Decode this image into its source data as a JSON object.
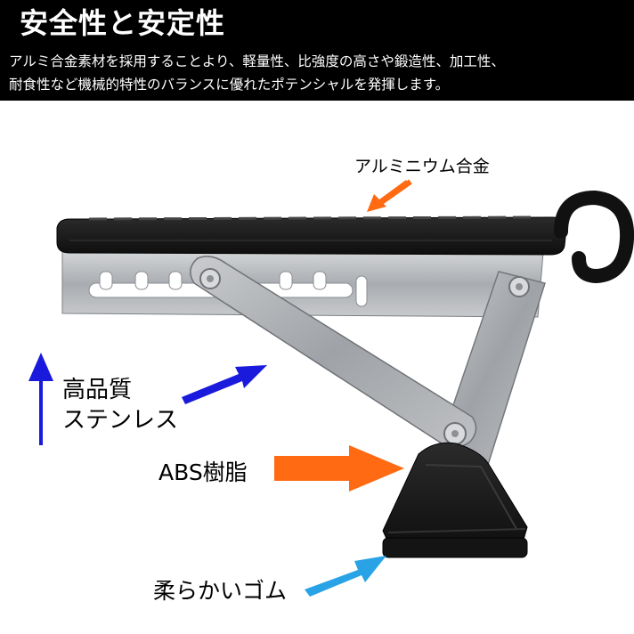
{
  "header": {
    "title": "安全性と安定性",
    "description_line1": "アルミ合金素材を採用することより、軽量性、比強度の高さや鍛造性、加工性、",
    "description_line2": "耐食性など機械的特性のバランスに優れたポテンシャルを発揮します。"
  },
  "labels": {
    "aluminum": "アルミニウム合金",
    "steel_line1": "高品質",
    "steel_line2": "ステンレス",
    "abs": "ABS樹脂",
    "rubber": "柔らかいゴム"
  },
  "colors": {
    "header_bg": "#000000",
    "arrow_orange": "#ff6a13",
    "arrow_blue": "#1a1adc",
    "arrow_lightblue": "#29a3e6",
    "steel": "#b9bcc0",
    "pad_black": "#1b1b1b"
  }
}
